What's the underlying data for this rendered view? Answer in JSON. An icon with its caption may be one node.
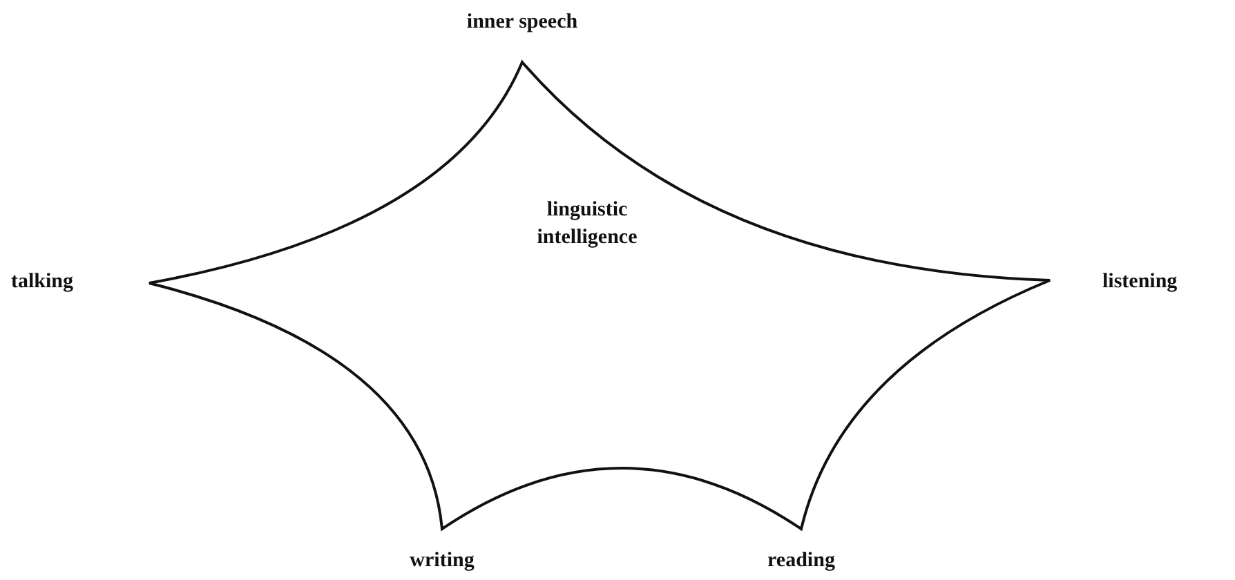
{
  "diagram": {
    "nodes": [
      {
        "text": [
          "linguistic intelligence"
        ]
      }
    ],
    "labels": [
      "inner speech",
      "talking",
      "listening",
      "writing",
      "reading"
    ]
  }
}
